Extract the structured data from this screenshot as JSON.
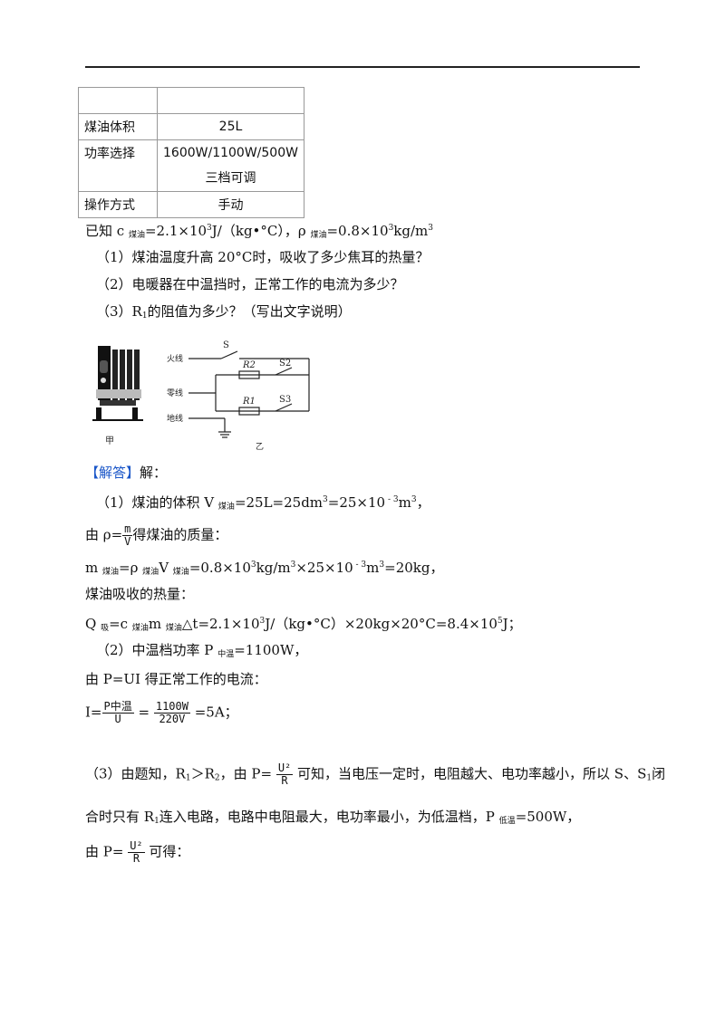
{
  "table": {
    "header": [
      "",
      ""
    ],
    "rows": [
      {
        "label": "煤油体积",
        "value": "25L"
      },
      {
        "label": "功率选择",
        "value": "1600W/1100W/500W",
        "value2": "三档可调"
      },
      {
        "label": "操作方式",
        "value": "手动"
      }
    ]
  },
  "given": {
    "a": "已知 c ",
    "b": "煤油",
    "c": "=2.1×10",
    "d": "3",
    "e": "J/（kg•°C），ρ ",
    "f": "煤油",
    "g": "=0.8×10",
    "h": "3",
    "i": "kg/m",
    "j": "3"
  },
  "questions": {
    "q1": "（1）煤油温度升高 20°C时，吸收了多少焦耳的热量？",
    "q2": "（2）电暖器在中温挡时，正常工作的电流为多少？",
    "q3a": "（3）R",
    "q3b": "1",
    "q3c": "的阻值为多少？（写出文字说明）"
  },
  "figure": {
    "switch_s": "S",
    "switch_s2": "S2",
    "switch_s3": "S3",
    "r2": "R2",
    "r1": "R1",
    "live": "火线",
    "neutral": "零线",
    "ground": "地线",
    "label_jia": "甲",
    "label_yi": "乙"
  },
  "answer": {
    "tag": "【解答】",
    "tag_after": "解：",
    "s1": {
      "a": "（1）煤油的体积 V ",
      "b": "煤油",
      "c": "=25L=25dm",
      "d": "3",
      "e": "=25×10",
      "f": " - 3",
      "g": "m",
      "h": "3",
      "i": "，"
    },
    "s2": {
      "a": "由 ρ=",
      "num": "m",
      "den": "V",
      "b": "得煤油的质量："
    },
    "s3": {
      "a": "m ",
      "b": "煤油",
      "c": "=ρ ",
      "d": "煤油",
      "e": "V ",
      "f": "煤油",
      "g": "=0.8×10",
      "h": "3",
      "i": "kg/m",
      "j": "3",
      "k": "×25×10",
      "l": " - 3",
      "m": "m",
      "n": "3",
      "o": "=20kg，"
    },
    "s4": "煤油吸收的热量：",
    "s5": {
      "a": "Q ",
      "b": "吸",
      "c": "=c ",
      "d": "煤油",
      "e": "m ",
      "f": "煤油",
      "g": "△t=2.1×10",
      "h": "3",
      "i": "J/（kg•°C）×20kg×20°C=8.4×10",
      "j": "5",
      "k": "J；"
    },
    "s6": {
      "a": "（2）中温档功率 P ",
      "b": "中温",
      "c": "=1100W，"
    },
    "s7": "由 P=UI 得正常工作的电流：",
    "s8": {
      "a": "I=",
      "num1": "P中温",
      "den1": "U",
      "eq": " = ",
      "num2": "1100W",
      "den2": "220V",
      "b": " =5A；"
    },
    "s9": {
      "a": "（3）由题知，R",
      "b": "1",
      "c": "＞R",
      "d": "2",
      "e": "，由 P= ",
      "num": "U²",
      "den": "R",
      "f": " 可知，当电压一定时，电阻越大、电功率越小，所以 S、S",
      "g": "1",
      "h": "闭"
    },
    "s10": {
      "a": "合时只有 R",
      "b": "1",
      "c": "连入电路，电路中电阻最大，电功率最小，为低温档，P ",
      "d": "低温",
      "e": "=500W，"
    },
    "s11": {
      "a": "由 P= ",
      "num": "U²",
      "den": "R",
      "b": " 可得："
    }
  }
}
